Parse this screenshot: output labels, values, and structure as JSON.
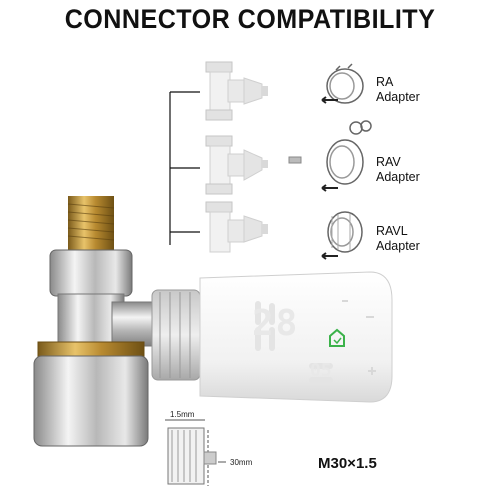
{
  "title": "CONNECTOR COMPATIBILITY",
  "adapters": [
    {
      "name": "RA",
      "suffix": "Adapter"
    },
    {
      "name": "RAV",
      "suffix": "Adapter"
    },
    {
      "name": "RAVL",
      "suffix": "Adapter"
    }
  ],
  "dimensions": {
    "gap": "1.5mm",
    "diameter": "30mm"
  },
  "thread_spec": "M30×1.5",
  "display": {
    "temperature": "28",
    "setpoint": "05"
  }
}
